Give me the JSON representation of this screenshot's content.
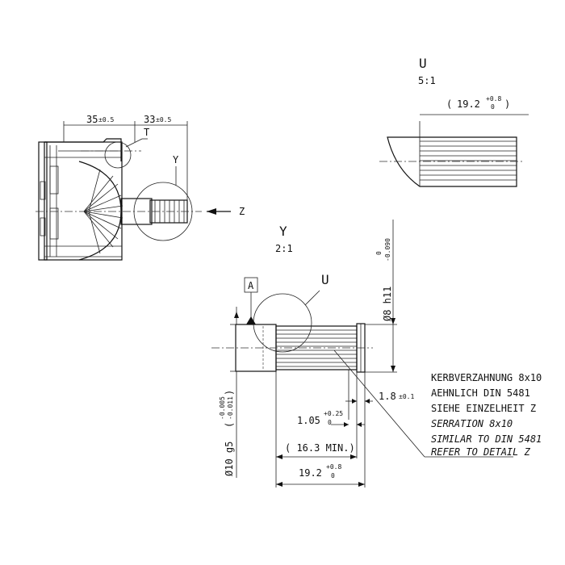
{
  "views": {
    "detail_u": {
      "label": "U",
      "scale": "5:1"
    },
    "detail_y": {
      "label": "Y",
      "scale": "2:1"
    },
    "view_z": {
      "label": "Z"
    }
  },
  "callouts": {
    "t": "T",
    "y": "Y",
    "u": "U",
    "datum_a": "A"
  },
  "dimensions": {
    "overall_35": {
      "value": "35",
      "tol": "±0.5"
    },
    "overall_33": {
      "value": "33",
      "tol": "±0.5"
    },
    "u_spline_length": {
      "open": "(",
      "value": "19.2",
      "tol_upper": "+0.8",
      "tol_lower": "0",
      "close": ")"
    },
    "shaft_diameter_8": {
      "value": "Ø8 h11",
      "tol_upper": "0",
      "tol_lower": "-0.090"
    },
    "shaft_diameter_10": {
      "value": "Ø10 g5",
      "open": "(",
      "tol_upper": "-0.005",
      "tol_lower": "-0.011",
      "close": ")"
    },
    "groove_1_8": {
      "value": "1.8",
      "tol": "±0.1"
    },
    "chamfer_1_05": {
      "value": "1.05",
      "tol_upper": "+0.25",
      "tol_lower": "0"
    },
    "min_16_3": {
      "value": "( 16.3 MIN.)"
    },
    "spline_19_2": {
      "value": "19.2",
      "tol_upper": "+0.8",
      "tol_lower": "0"
    }
  },
  "notes": {
    "de": [
      "KERBVERZAHNUNG 8x10",
      "AEHNLICH DIN 5481",
      "SIEHE EINZELHEIT Z"
    ],
    "en": [
      "SERRATION 8x10",
      "SIMILAR TO DIN 5481",
      "REFER TO DETAIL Z"
    ]
  }
}
